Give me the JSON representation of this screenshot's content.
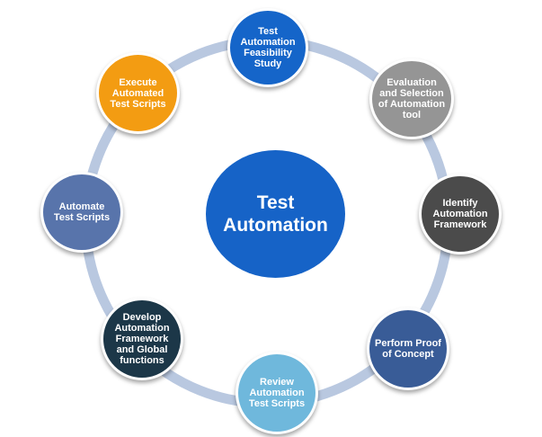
{
  "center": {
    "label": "Test\nAutomation",
    "color": "#1663c7"
  },
  "ring_color": "#b9c8e0",
  "steps": [
    {
      "label": "Test Automation Feasibility Study",
      "color": "#1565c9"
    },
    {
      "label": "Evaluation and Selection of Automation tool",
      "color": "#959595"
    },
    {
      "label": "Identify Automation Framework",
      "color": "#4b4b4b"
    },
    {
      "label": "Perform Proof of Concept",
      "color": "#395c97"
    },
    {
      "label": "Review Automation Test Scripts",
      "color": "#6fb8dc"
    },
    {
      "label": "Develop Automation Framework and Global functions",
      "color": "#1c3748"
    },
    {
      "label": "Automate Test Scripts",
      "color": "#5874ab"
    },
    {
      "label": "Execute Automated Test Scripts",
      "color": "#f39c12"
    }
  ]
}
